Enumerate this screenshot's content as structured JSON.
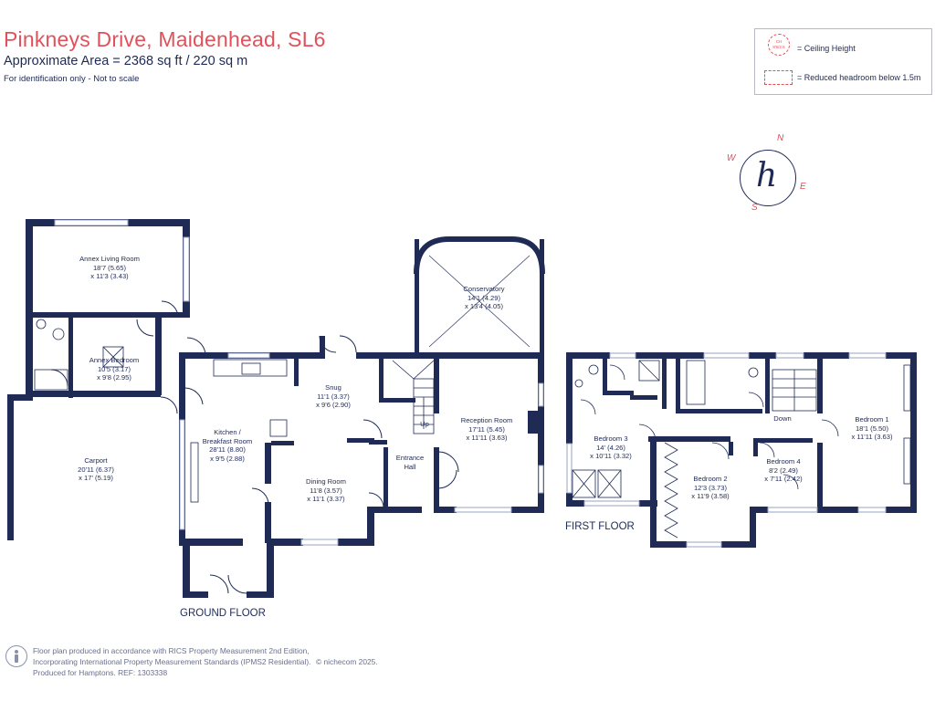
{
  "header": {
    "title": "Pinkneys Drive, Maidenhead, SL6",
    "area": "Approximate Area = 2368 sq ft / 220 sq m",
    "disclaimer": "For identification only - Not to scale"
  },
  "legend": {
    "ceiling_symbol": "CH\n8'5/2.6",
    "ceiling_label": "= Ceiling Height",
    "headroom_label": "= Reduced headroom below 1.5m"
  },
  "compass": {
    "n": "N",
    "e": "E",
    "s": "S",
    "w": "W"
  },
  "ground_floor": {
    "label": "GROUND FLOOR",
    "rooms": {
      "annex_living": "Annex Living Room\n18'7 (5.65)\nx 11'3 (3.43)",
      "annex_bedroom": "Annex Bedroom\n10'5 (3.17)\nx 9'8 (2.95)",
      "carport": "Carport\n20'11 (6.37)\nx 17' (5.19)",
      "kitchen": "Kitchen /\nBreakfast Room\n28'11 (8.80)\nx 9'5 (2.88)",
      "snug": "Snug\n11'1 (3.37)\nx 9'6 (2.90)",
      "dining": "Dining Room\n11'8 (3.57)\nx 11'1 (3.37)",
      "conservatory": "Conservatory\n14'1 (4.29)\nx 13'4 (4.05)",
      "reception": "Reception Room\n17'11 (5.45)\nx 11'11 (3.63)",
      "entrance": "Entrance\nHall",
      "stairs_up": "Up"
    }
  },
  "first_floor": {
    "label": "FIRST FLOOR",
    "rooms": {
      "bedroom3": "Bedroom 3\n14' (4.26)\nx 10'11 (3.32)",
      "bedroom2": "Bedroom 2\n12'3 (3.73)\nx 11'9 (3.58)",
      "bedroom4": "Bedroom 4\n8'2 (2.49)\nx 7'11 (2.42)",
      "bedroom1": "Bedroom 1\n18'1 (5.50)\nx 11'11 (3.63)",
      "stairs_down": "Down"
    }
  },
  "footer": {
    "line1": "Floor plan produced in accordance with RICS Property Measurement 2nd Edition,",
    "line2": "Incorporating International Property Measurement Standards (IPMS2 Residential).",
    "line3": "Produced for Hamptons.   REF:  1303338",
    "copyright": "© nichecom 2025."
  },
  "colors": {
    "wall": "#1f2a55",
    "title": "#e0525b",
    "window": "#9aa3bf"
  }
}
